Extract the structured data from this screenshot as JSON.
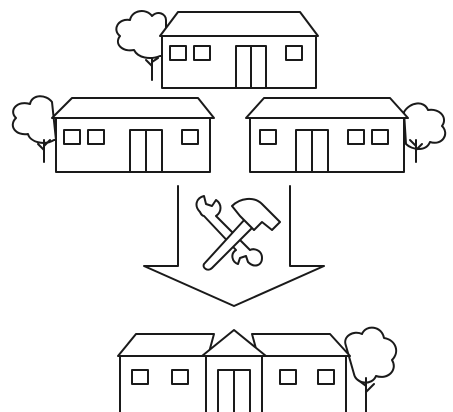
{
  "diagram": {
    "type": "merge-illustration",
    "source_houses": [
      {
        "id": "top",
        "icon": "house-icon",
        "tree": "tree-icon-left"
      },
      {
        "id": "left",
        "icon": "house-icon",
        "tree": "tree-icon-left"
      },
      {
        "id": "right",
        "icon": "house-icon",
        "tree": "tree-icon-right"
      }
    ],
    "merge_icon": "wrench-and-hammer-icon",
    "result_house": {
      "icon": "combined-house-icon",
      "tree": "tree-icon-right"
    },
    "colors": {
      "stroke": "#1a1a1a",
      "background": "#ffffff"
    }
  }
}
